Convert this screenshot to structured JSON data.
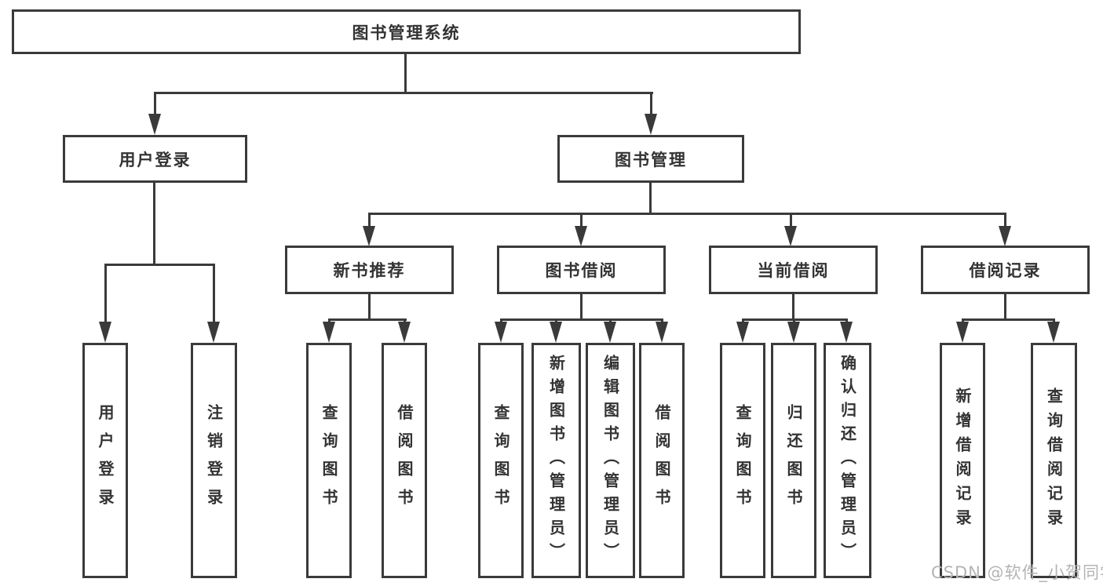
{
  "colors": {
    "line": "#3a3a3a",
    "text": "#333333",
    "watermark_text_color": "#b4b4b4",
    "background": "#ffffff"
  },
  "nodes": {
    "root": "图书管理系统",
    "user_login": "用户登录",
    "book_management": "图书管理",
    "new_book_recommend": "新书推荐",
    "book_borrow": "图书借阅",
    "current_borrow": "当前借阅",
    "borrow_record": "借阅记录",
    "leaf_user_login": "用户登录",
    "leaf_logout": "注销登录",
    "leaf_nb_query_book": "查询图书",
    "leaf_nb_borrow_book": "借阅图书",
    "leaf_bb_query_book": "查询图书",
    "leaf_bb_add_book": "新增图书（管理员）",
    "leaf_bb_edit_book": "编辑图书（管理员）",
    "leaf_bb_borrow_book": "借阅图书",
    "leaf_cb_query_book": "查询图书",
    "leaf_cb_return_book": "归还图书",
    "leaf_cb_confirm_return": "确认归还（管理员）",
    "leaf_br_add_record": "新增借阅记录",
    "leaf_br_query_record": "查询借阅记录"
  },
  "watermark": "CSDN @软件_小贺同学"
}
